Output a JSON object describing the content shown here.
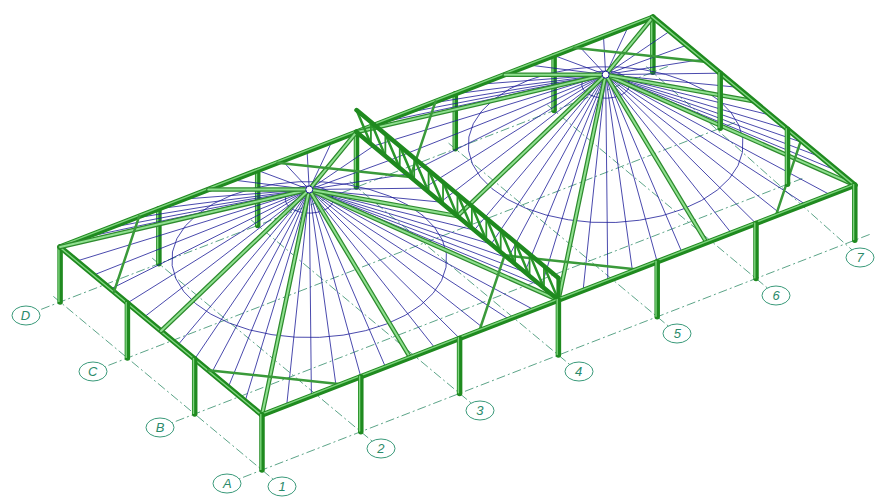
{
  "diagram": {
    "nodes": [
      {
        "text": [
          "D"
        ]
      },
      {
        "text": [
          "C"
        ]
      },
      {
        "text": [
          "B"
        ]
      },
      {
        "text": [
          "A"
        ]
      },
      {
        "text": [
          "1"
        ]
      },
      {
        "text": [
          "2"
        ]
      },
      {
        "text": [
          "3"
        ]
      },
      {
        "text": [
          "4"
        ]
      },
      {
        "text": [
          "5"
        ]
      },
      {
        "text": [
          "6"
        ]
      },
      {
        "text": [
          "7"
        ]
      }
    ]
  }
}
